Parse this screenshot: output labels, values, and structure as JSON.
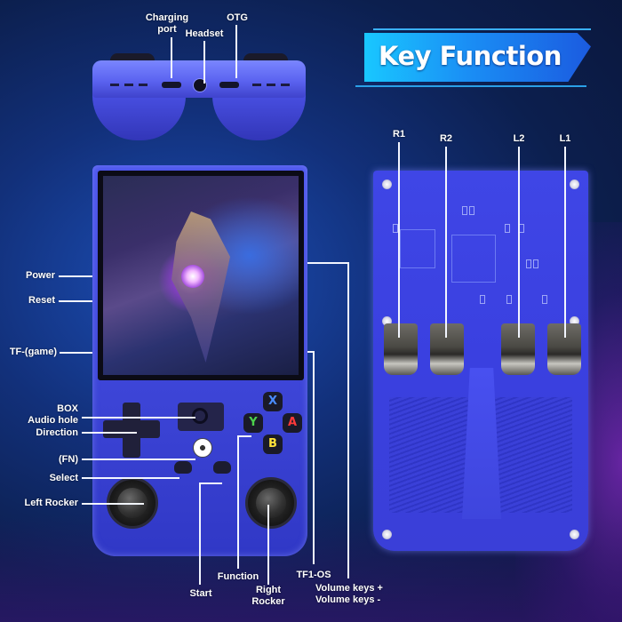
{
  "banner": {
    "title": "Key Function"
  },
  "top_view": {
    "labels": {
      "charging_port": "Charging\nport",
      "charging_port_l1": "Charging",
      "charging_port_l2": "port",
      "headset": "Headset",
      "otg": "OTG"
    }
  },
  "front_view": {
    "left_labels": {
      "power": "Power",
      "reset": "Reset",
      "tf_game": "TF-(game)",
      "box_l1": "BOX",
      "box_l2": "Audio hole",
      "direction": "Direction",
      "fn": "(FN)",
      "select": "Select",
      "left_rocker": "Left Rocker"
    },
    "bottom_labels": {
      "start": "Start",
      "function": "Function",
      "right_rocker_l1": "Right",
      "right_rocker_l2": "Rocker",
      "tf1_os": "TF1-OS",
      "volume_up": "Volume keys +",
      "volume_down": "Volume keys -"
    },
    "face_buttons": {
      "x": {
        "label": "X",
        "color": "#4a8cff"
      },
      "y": {
        "label": "Y",
        "color": "#4cd04c"
      },
      "a": {
        "label": "A",
        "color": "#ff3a3a"
      },
      "b": {
        "label": "B",
        "color": "#ffe23a"
      }
    }
  },
  "back_view": {
    "labels": {
      "r1": "R1",
      "r2": "R2",
      "l2": "L2",
      "l1": "L1"
    }
  },
  "colors": {
    "background": "#0c1f4e",
    "device_body": "#3c44d6",
    "banner": "#1a8ff5",
    "label_text": "#ffffff"
  }
}
